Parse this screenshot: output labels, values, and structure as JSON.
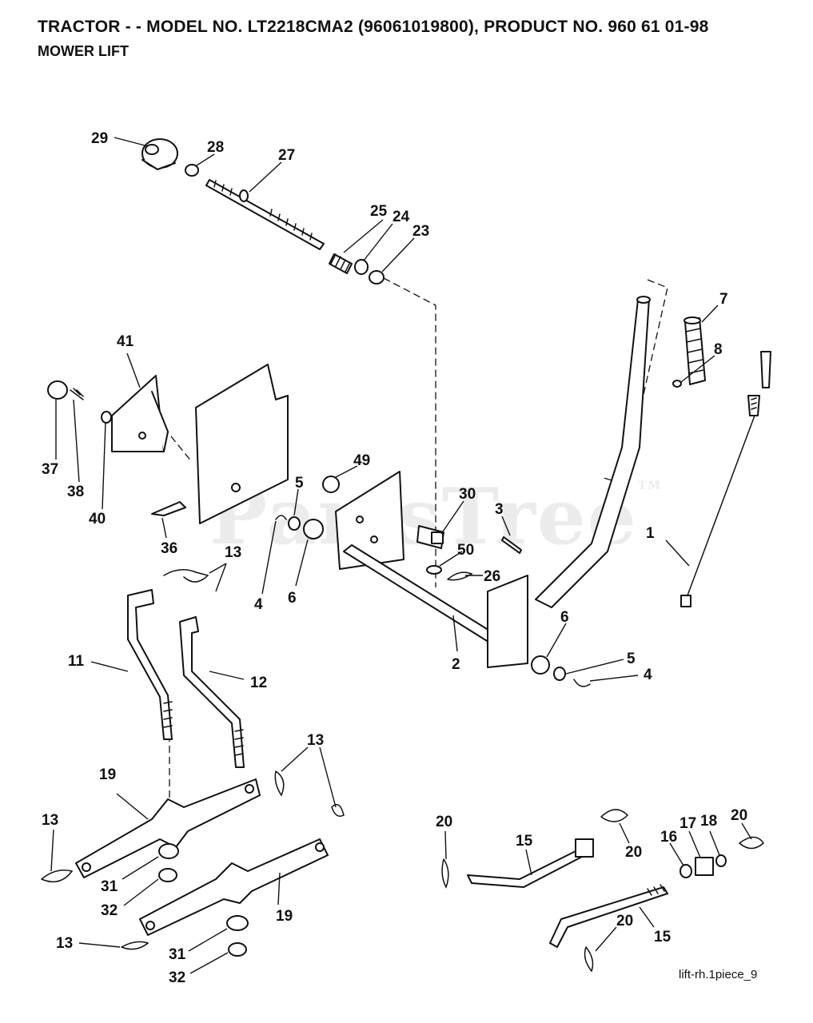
{
  "header": {
    "title": "TRACTOR - - MODEL NO. LT2218CMA2 (96061019800), PRODUCT NO. 960 61 01-98",
    "subtitle": "MOWER LIFT"
  },
  "watermark": {
    "text": "PartsTree",
    "mark": "TM"
  },
  "footer": {
    "code": "lift-rh.1piece_9"
  },
  "callouts": {
    "c29": "29",
    "c28": "28",
    "c27": "27",
    "c25": "25",
    "c24": "24",
    "c23": "23",
    "c7": "7",
    "c8": "8",
    "c41": "41",
    "c37": "37",
    "c38": "38",
    "c40": "40",
    "c49": "49",
    "c5a": "5",
    "c30": "30",
    "c3": "3",
    "c1": "1",
    "c36": "36",
    "c4a": "4",
    "c6a": "6",
    "c50": "50",
    "c26": "26",
    "c13a": "13",
    "c11": "11",
    "c12": "12",
    "c2": "2",
    "c6b": "6",
    "c5b": "5",
    "c4b": "4",
    "c13b": "13",
    "c19a": "19",
    "c13c": "13",
    "c31a": "31",
    "c32a": "32",
    "c19b": "19",
    "c13d": "13",
    "c31b": "31",
    "c32b": "32",
    "c20a": "20",
    "c15a": "15",
    "c20b": "20",
    "c16": "16",
    "c17": "17",
    "c18": "18",
    "c20c": "20",
    "c20d": "20",
    "c15b": "15"
  }
}
